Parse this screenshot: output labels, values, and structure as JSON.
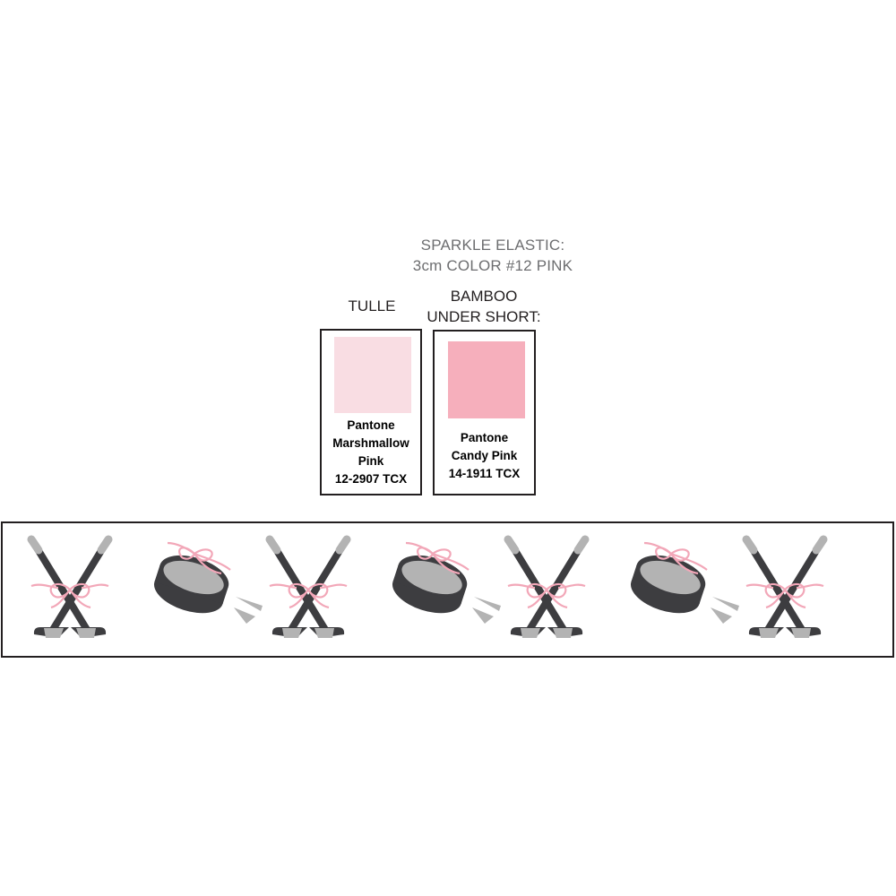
{
  "elastic": {
    "line1": "SPARKLE ELASTIC:",
    "line2": "3cm COLOR #12 PINK"
  },
  "tulle": {
    "heading": "TULLE",
    "color": "#f9dde3",
    "lines": [
      "Pantone",
      "Marshmallow",
      "Pink",
      "12-2907 TCX"
    ]
  },
  "bamboo": {
    "heading_line1": "BAMBOO",
    "heading_line2": "UNDER SHORT:",
    "color": "#f6afbc",
    "lines": [
      "Pantone",
      "Candy Pink",
      "14-1911 TCX"
    ]
  },
  "pattern": {
    "motifs": [
      "crossed-sticks-icon",
      "puck-icon",
      "crossed-sticks-icon",
      "puck-icon",
      "crossed-sticks-icon",
      "puck-icon",
      "crossed-sticks-icon"
    ],
    "stick_color": "#3d3d40",
    "tape_color": "#b3b3b3",
    "ribbon_color": "#f2a7b8"
  }
}
